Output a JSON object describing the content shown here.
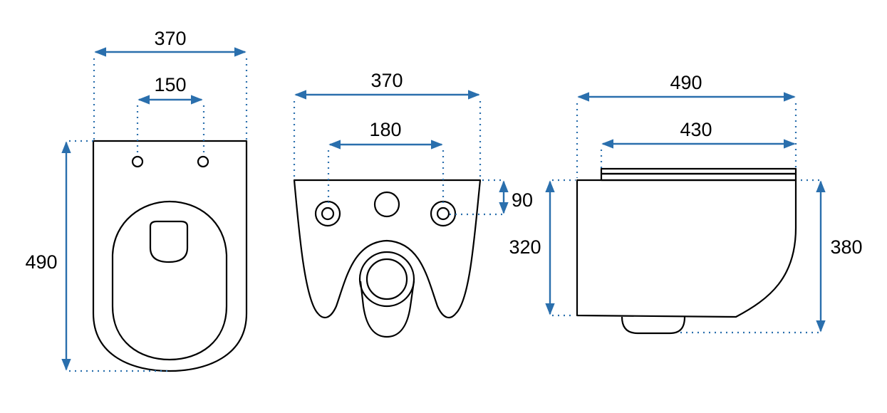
{
  "colors": {
    "dimension": "#2a6fad",
    "outline": "#000000"
  },
  "front_view": {
    "overall_width": "370",
    "bolt_spacing": "150",
    "overall_length": "490"
  },
  "rear_view": {
    "overall_width": "370",
    "bolt_spacing": "180",
    "bolt_height": "90"
  },
  "side_view": {
    "overall_length": "490",
    "seat_length": "430",
    "body_height": "320",
    "total_height": "380"
  }
}
